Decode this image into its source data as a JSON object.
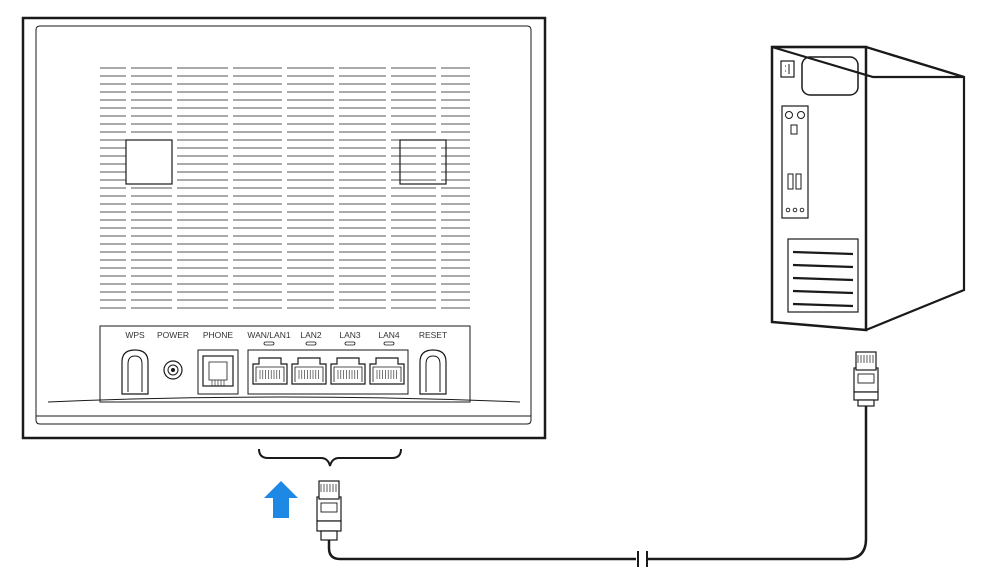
{
  "router": {
    "ports": [
      {
        "id": "wps",
        "label": "WPS"
      },
      {
        "id": "power",
        "label": "POWER"
      },
      {
        "id": "phone",
        "label": "PHONE"
      },
      {
        "id": "wan-lan1",
        "label": "WAN/LAN1"
      },
      {
        "id": "lan2",
        "label": "LAN2"
      },
      {
        "id": "lan3",
        "label": "LAN3"
      },
      {
        "id": "lan4",
        "label": "LAN4"
      },
      {
        "id": "reset",
        "label": "RESET"
      }
    ]
  },
  "colors": {
    "outline": "#1a1a1a",
    "arrow": "#1e88e5"
  },
  "icons": {
    "arrow": "up-arrow-icon",
    "computer": "desktop-tower-icon",
    "connector": "rj45-plug-icon"
  }
}
